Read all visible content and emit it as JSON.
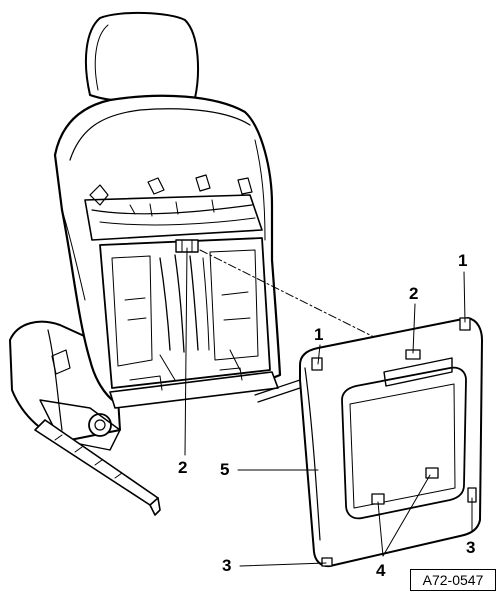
{
  "figure": {
    "reference_code": "A72-0547",
    "callouts": [
      {
        "id": "c1a",
        "label": "1"
      },
      {
        "id": "c1b",
        "label": "1"
      },
      {
        "id": "c2a",
        "label": "2"
      },
      {
        "id": "c2b",
        "label": "2"
      },
      {
        "id": "c3a",
        "label": "3"
      },
      {
        "id": "c3b",
        "label": "3"
      },
      {
        "id": "c4",
        "label": "4"
      },
      {
        "id": "c5",
        "label": "5"
      }
    ]
  }
}
